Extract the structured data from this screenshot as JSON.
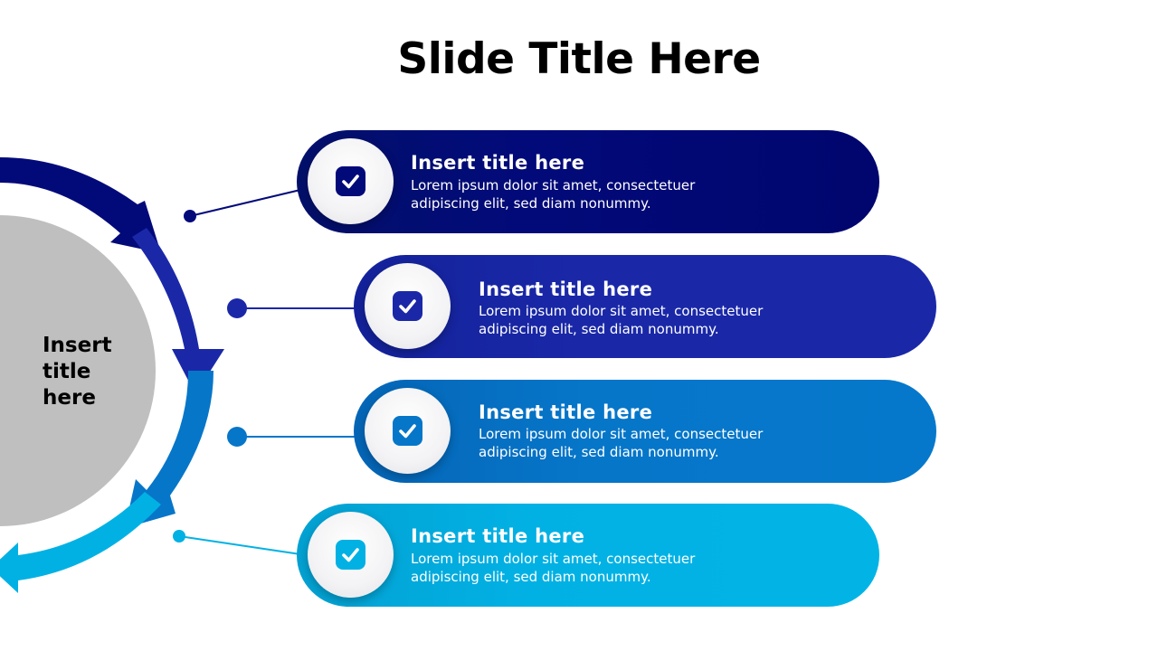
{
  "slide": {
    "title": "Slide Title Here",
    "center_label": "Insert title here"
  },
  "items": [
    {
      "title": "Insert title here",
      "text": "Lorem ipsum dolor sit amet, consectetuer adipiscing elit, sed diam nonummy.",
      "color": "#020a7a",
      "icon": "checkbox-check-icon"
    },
    {
      "title": "Insert title here",
      "text": "Lorem ipsum dolor sit amet, consectetuer adipiscing elit, sed diam nonummy.",
      "color": "#1a28a8",
      "icon": "checkbox-check-icon"
    },
    {
      "title": "Insert title here",
      "text": "Lorem ipsum dolor sit amet, consectetuer adipiscing elit, sed diam nonummy.",
      "color": "#0676c9",
      "icon": "checkbox-check-icon"
    },
    {
      "title": "Insert title here",
      "text": "Lorem ipsum dolor sit amet, consectetuer adipiscing elit, sed diam nonummy.",
      "color": "#02b1e4",
      "icon": "checkbox-check-icon"
    }
  ],
  "colors": {
    "center_circle": "#bfbfbf",
    "background": "#ffffff",
    "title_text": "#000000"
  }
}
